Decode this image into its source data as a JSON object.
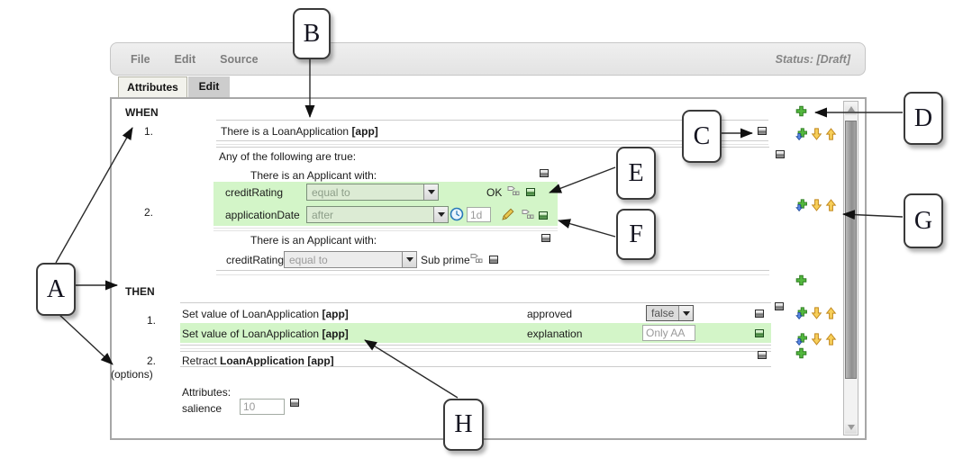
{
  "window": {
    "menu_items": [
      "File",
      "Edit",
      "Source"
    ],
    "status": "Status: [Draft]"
  },
  "tabs": {
    "attributes": "Attributes",
    "edit": "Edit"
  },
  "rule": {
    "when_label": "WHEN",
    "then_label": "THEN",
    "options_label": "(options)",
    "when": {
      "num1": "1.",
      "num2": "2.",
      "fact_text": "There is a LoanApplication",
      "fact_binding": "[app]",
      "any_of_text": "Any of the following are true:",
      "applicant_header_1": "There is an Applicant with:",
      "applicant_header_2": "There is an Applicant with:",
      "cond_credit": {
        "field": "creditRating",
        "operator": "equal to",
        "value": "OK"
      },
      "cond_date": {
        "field": "applicationDate",
        "operator": "after",
        "value": "1d"
      },
      "cond_credit2": {
        "field": "creditRating",
        "operator": "equal to",
        "value": "Sub prime"
      }
    },
    "then": {
      "num1": "1.",
      "num2": "2.",
      "action_set_1": {
        "text": "Set value of LoanApplication",
        "binding": "[app]",
        "field": "approved",
        "value": "false"
      },
      "action_set_2": {
        "text": "Set value of LoanApplication",
        "binding": "[app]",
        "field": "explanation",
        "value": "Only AA"
      },
      "action_retract_prefix": "Retract ",
      "action_retract_bold": "LoanApplication [app]"
    },
    "options": {
      "attributes_label": "Attributes:",
      "salience_label": "salience",
      "salience_value": "10"
    }
  },
  "callouts": {
    "a": "A",
    "b": "B",
    "c": "C",
    "d": "D",
    "e": "E",
    "f": "F",
    "g": "G",
    "h": "H"
  },
  "icons": {
    "add": "green-plus-icon",
    "add_below": "green-plus-blue-arrow-icon",
    "move_down": "gold-down-arrow-icon",
    "move_up": "gold-up-arrow-icon",
    "remove": "small-square-button-icon",
    "binding": "binding-tag-icon",
    "edit": "pencil-icon",
    "timer": "clock-icon"
  },
  "colors": {
    "highlight_green": "#d3f5c8",
    "add_green": "#53b83e",
    "arrow_gold": "#f7cf5a",
    "arrow_blue": "#5b8ae8",
    "status_text": "#868686"
  }
}
